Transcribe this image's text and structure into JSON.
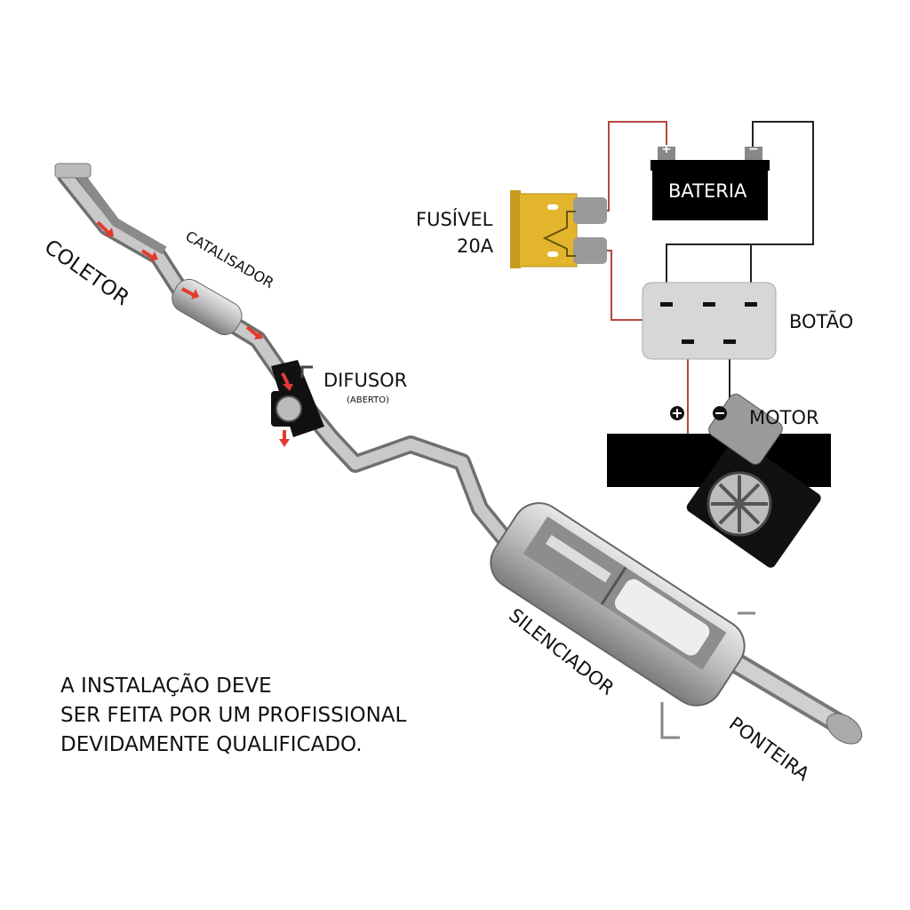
{
  "labels": {
    "coletor": "COLETOR",
    "catalisador": "CATALISADOR",
    "difusor": "DIFUSOR",
    "difusor_state": "(ABERTO)",
    "silenciador": "SILENCIADOR",
    "ponteira": "PONTEIRA",
    "fusivel": "FUSÍVEL",
    "fusivel_rating": "20A",
    "bateria": "BATERIA",
    "botao": "BOTÃO",
    "motor": "MOTOR"
  },
  "terminals": {
    "positive": "+",
    "negative": "−"
  },
  "warning": [
    "A INSTALAÇÃO DEVE",
    "SER FEITA POR UM PROFISSIONAL",
    "DEVIDAMENTE QUALIFICADO."
  ],
  "colors": {
    "wire_positive": "#b5483c",
    "wire_negative": "#222222",
    "fuse": "#e2b52c",
    "button_body": "#d7d7d7",
    "flow_arrow": "#e23a2f"
  }
}
